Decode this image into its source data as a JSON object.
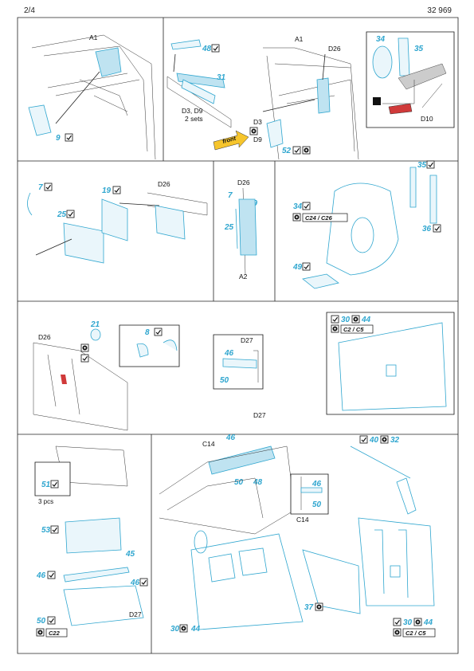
{
  "header": {
    "page": "2/4",
    "kit_number": "32 969"
  },
  "panels": {
    "p1": {
      "view": "A1",
      "part": "9"
    },
    "p2": {
      "parts": [
        "48",
        "31"
      ],
      "note_line1": "D3, D9",
      "note_line2": "2 sets",
      "front_arrow": "front"
    },
    "p3": {
      "view": "A1",
      "ref_top": "D26",
      "ref_a": "D3",
      "ref_b": "D9",
      "part": "52"
    },
    "p4": {
      "parts": [
        "34",
        "35"
      ],
      "ref": "D10"
    },
    "p5": {
      "parts": [
        "7",
        "19",
        "25"
      ],
      "ref": "D26"
    },
    "p6": {
      "parts": [
        "7",
        "19",
        "25"
      ],
      "ref_top": "D26",
      "ref_bottom": "A2"
    },
    "p7": {
      "parts": [
        "35",
        "34",
        "36",
        "49"
      ],
      "decal": "C24 / C26"
    },
    "p8": {
      "parts": [
        "21",
        "8"
      ],
      "ref": "D26"
    },
    "p9": {
      "parts": [
        "46",
        "50"
      ],
      "ref": "D27"
    },
    "p10": {
      "parts": [
        "30",
        "44"
      ],
      "decal": "C2 / C5"
    },
    "p11": {
      "parts": [
        "51",
        "53",
        "45",
        "46",
        "46",
        "50"
      ],
      "qty": "3 pcs",
      "ref": "D27",
      "decal": "C22"
    },
    "p12": {
      "parts": [
        "46",
        "50",
        "48",
        "30",
        "44"
      ],
      "ref_a": "C14",
      "ref_b": "D27"
    },
    "p13": {
      "parts": [
        "46",
        "50"
      ],
      "ref": "C14"
    },
    "p14": {
      "parts": [
        "40",
        "32",
        "37",
        "30",
        "44"
      ],
      "decal": "C2 / C5"
    }
  }
}
